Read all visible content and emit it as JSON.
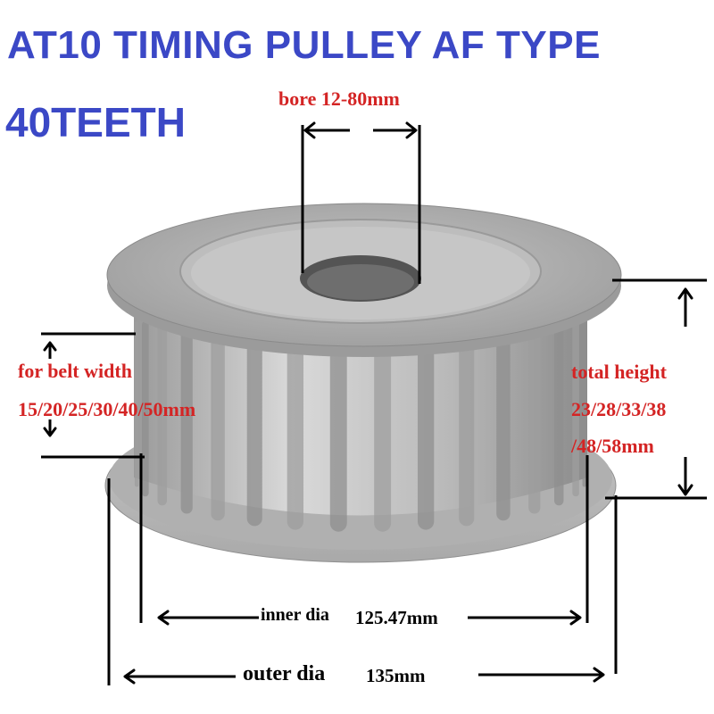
{
  "title_line1": "AT10 TIMING PULLEY AF TYPE",
  "title_line2": "40TEETH",
  "labels": {
    "bore": "bore 12-80mm",
    "belt_width_line1": "for belt width",
    "belt_width_line2": "15/20/25/30/40/50mm",
    "total_height_line1": "total height",
    "total_height_line2": "23/28/33/38",
    "total_height_line3": "/48/58mm",
    "inner_dia_name": "inner dia",
    "inner_dia_value": "125.47mm",
    "outer_dia_name": "outer dia",
    "outer_dia_value": "135mm"
  },
  "colors": {
    "title": "#3b48c6",
    "label_red": "#d42424",
    "label_black": "#000000",
    "pulley_metal": "#b5b5b5"
  }
}
